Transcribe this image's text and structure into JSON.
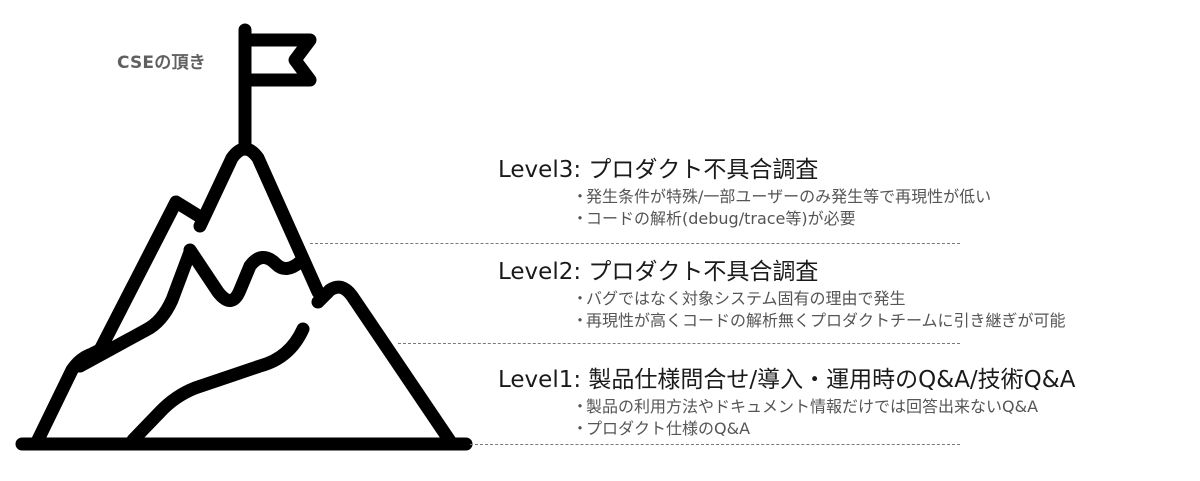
{
  "peak_label": "CSEの頂き",
  "colors": {
    "icon": "#000000",
    "title": "#1a1a1a",
    "bullet": "#555555",
    "peak_label": "#606060",
    "dash": "#7a7a7a"
  },
  "levels": [
    {
      "title": "Level3: プロダクト不具合調査",
      "bullets": [
        "発生条件が特殊/一部ユーザーのみ発生等で再現性が低い",
        "コードの解析(debug/trace等)が必要"
      ]
    },
    {
      "title": "Level2: プロダクト不具合調査",
      "bullets": [
        "バグではなく対象システム固有の理由で発生",
        "再現性が高くコードの解析無くプロダクトチームに引き継ぎが可能"
      ]
    },
    {
      "title": "Level1: 製品仕様問合せ/導入・運用時のQ&A/技術Q&A",
      "bullets": [
        "製品の利用方法やドキュメント情報だけでは回答出来ないQ&A",
        "プロダクト仕様のQ&A"
      ]
    }
  ],
  "bullet_marker": "・"
}
